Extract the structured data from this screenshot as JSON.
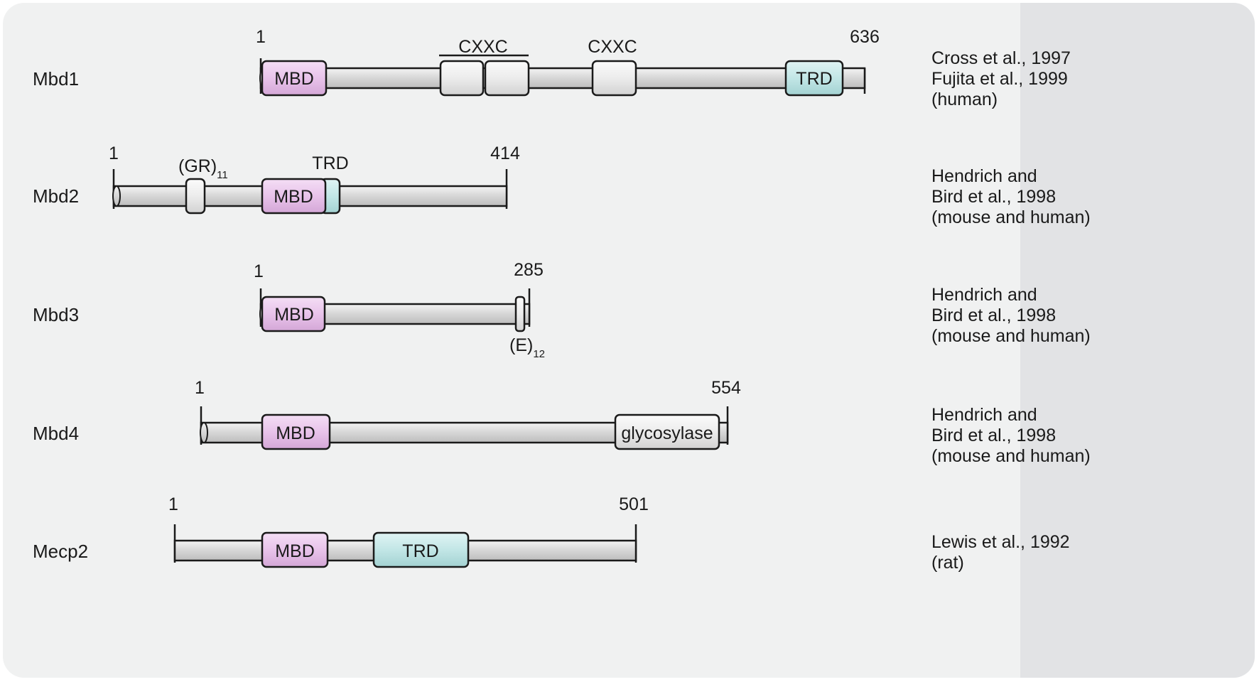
{
  "proteins": [
    {
      "name": "Mbd1",
      "start": "1",
      "end": "636",
      "domains": [
        "MBD",
        "CXXC",
        "CXXC",
        "TRD"
      ],
      "reference": [
        "Cross et al., 1997",
        "Fujita et al., 1999",
        "(human)"
      ]
    },
    {
      "name": "Mbd2",
      "start": "1",
      "end": "414",
      "repeat_label": "(GR)",
      "repeat_count": "11",
      "domains": [
        "MBD",
        "TRD"
      ],
      "reference": [
        "Hendrich and",
        "Bird et al., 1998",
        "(mouse and human)"
      ]
    },
    {
      "name": "Mbd3",
      "start": "1",
      "end": "285",
      "repeat_label": "(E)",
      "repeat_count": "12",
      "domains": [
        "MBD"
      ],
      "reference": [
        "Hendrich and",
        "Bird et al., 1998",
        "(mouse and human)"
      ]
    },
    {
      "name": "Mbd4",
      "start": "1",
      "end": "554",
      "domains": [
        "MBD",
        "glycosylase"
      ],
      "reference": [
        "Hendrich and",
        "Bird et al., 1998",
        "(mouse and human)"
      ]
    },
    {
      "name": "Mecp2",
      "start": "1",
      "end": "501",
      "domains": [
        "MBD",
        "TRD"
      ],
      "reference": [
        "Lewis et al., 1992",
        "(rat)"
      ]
    }
  ],
  "colors": {
    "panel": "#f0f1f1",
    "reference_column": "#e2e3e5",
    "backbone": "#d9d9d9",
    "mbd_domain": "#e8c3ea",
    "trd_domain": "#c2e6e6",
    "neutral_domain": "#ebebeb",
    "outline": "#1a1a1a"
  }
}
